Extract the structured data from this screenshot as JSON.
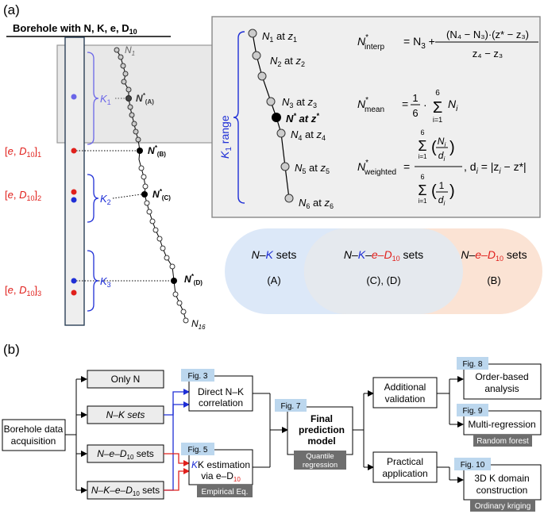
{
  "panel_a": {
    "label": "(a)",
    "header": "Borehole with N, K, e, D",
    "header_sub": "10",
    "n1": "N",
    "n1_sub": "1",
    "n16": "N",
    "n16_sub": "16",
    "k_labels": [
      {
        "main": "K",
        "sub": "1"
      },
      {
        "main": "K",
        "sub": "2"
      },
      {
        "main": "K",
        "sub": "3"
      }
    ],
    "e_d_labels": [
      {
        "bracket_open": "[",
        "e": "e",
        "sep": ", ",
        "d": "D",
        "dsub": "10",
        "bracket_close": "]",
        "idx": "1"
      },
      {
        "bracket_open": "[",
        "e": "e",
        "sep": ", ",
        "d": "D",
        "dsub": "10",
        "bracket_close": "]",
        "idx": "2"
      },
      {
        "bracket_open": "[",
        "e": "e",
        "sep": ", ",
        "d": "D",
        "dsub": "10",
        "bracket_close": "]",
        "idx": "3"
      }
    ],
    "n_star_points": [
      "(A)",
      "(B)",
      "(C)",
      "(D)"
    ],
    "n_star": "N",
    "star": "*"
  },
  "zoom": {
    "k_range": "K",
    "k_range_sub": "1",
    "k_range_suffix": " range",
    "points": [
      {
        "n": "N",
        "i": "1",
        "at": " at ",
        "z": "z",
        "zi": "1"
      },
      {
        "n": "N",
        "i": "2",
        "at": " at ",
        "z": "z",
        "zi": "2"
      },
      {
        "n": "N",
        "i": "3",
        "at": " at ",
        "z": "z",
        "zi": "3"
      },
      {
        "n": "N",
        "i": "*",
        "at": " at ",
        "z": "z",
        "zi": "*"
      },
      {
        "n": "N",
        "i": "4",
        "at": " at ",
        "z": "z",
        "zi": "4"
      },
      {
        "n": "N",
        "i": "5",
        "at": " at ",
        "z": "z",
        "zi": "5"
      },
      {
        "n": "N",
        "i": "6",
        "at": " at ",
        "z": "z",
        "zi": "6"
      }
    ],
    "eq_interp_sub": "interp",
    "eq_interp_rhs": "= N",
    "eq_interp_rhs_sub": "3",
    "eq_interp_num": "(N₄ − N₃)·(z* − z₃)",
    "eq_interp_den": "z₄ − z₃",
    "eq_mean_sub": "mean",
    "eq_mean_frac_num": "1",
    "eq_mean_frac_den": "6",
    "eq_mean_tail": "N",
    "eq_mean_tail_sub": "i",
    "eq_weighted_sub": "weighted",
    "eq_weighted_tail": ", d",
    "eq_weighted_tail2": "= |z",
    "eq_weighted_tail3": "− z*|",
    "sum_top": "6",
    "sum_bottom": "i=1",
    "frac_ni": "N",
    "frac_di": "d",
    "frac_one": "1",
    "plus": "+"
  },
  "venn": {
    "left_title_n": "N",
    "left_title_dash": "–",
    "left_title_k": "K",
    "left_title_sets": " sets",
    "left_sub": "(A)",
    "mid_title_n": "N",
    "mid_title_k": "K",
    "mid_title_e": "e",
    "mid_title_d": "D",
    "mid_title_dsub": "10",
    "mid_title_sets": " sets",
    "mid_sub": "(C), (D)",
    "right_title_n": "N",
    "right_title_e": "e",
    "right_title_d": "D",
    "right_title_dsub": "10",
    "right_title_sets": " sets",
    "right_sub": "(B)",
    "colors": {
      "blue": "#dce8f8",
      "orange": "#fbe3d4",
      "overlap": "#e5e9ee"
    }
  },
  "panel_b": {
    "label": "(b)",
    "acq_line1": "Borehole data",
    "acq_line2": "acquisition",
    "only_n": "Only N",
    "nk_sets": "N–K sets",
    "ned_sets": "N–e–D",
    "ned_sub": "10",
    "ned_tail": " sets",
    "nked_sets": "N–K–e–D",
    "nked_sub": "10",
    "nked_tail": " sets",
    "fig3": "Fig. 3",
    "direct_line1": "Direct N–K",
    "direct_line2": "correlation",
    "fig5": "Fig. 5",
    "kest_line1": "K estimation",
    "kest_line2": "via e–D",
    "kest_sub": "10",
    "empirical": "Empirical Eq.",
    "fig7": "Fig. 7",
    "final_line1": "Final",
    "final_line2": "prediction",
    "final_line3": "model",
    "quantile_line1": "Quantile",
    "quantile_line2": "regression",
    "addval_line1": "Additional",
    "addval_line2": "validation",
    "practical_line1": "Practical",
    "practical_line2": "application",
    "fig8": "Fig. 8",
    "order_line1": "Order-based",
    "order_line2": "analysis",
    "fig9": "Fig. 9",
    "multireg": "Multi-regression",
    "random_forest": "Random forest",
    "fig10": "Fig. 10",
    "domain_line1": "3D K domain",
    "domain_line2": "construction",
    "kriging": "Ordinary kriging"
  },
  "colors": {
    "blue": "#1f2fd6",
    "red": "#e0201c",
    "fig_tag": "#bcd7ee",
    "grey_tag": "#6e6e6e",
    "box_fill": "#ececec"
  }
}
